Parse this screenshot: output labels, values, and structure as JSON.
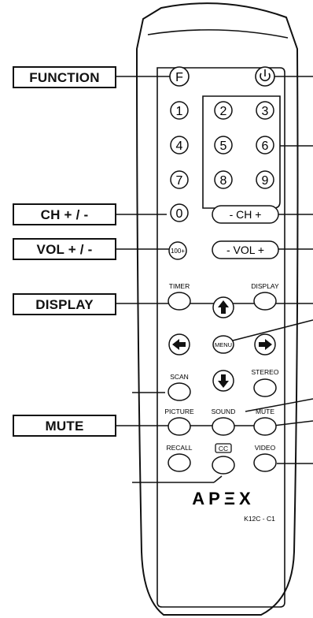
{
  "callouts": {
    "function": "FUNCTION",
    "ch": "CH + / -",
    "vol": "VOL + / -",
    "display": "DISPLAY",
    "mute": "MUTE"
  },
  "remote": {
    "function_key": "F",
    "digits": [
      "1",
      "2",
      "3",
      "4",
      "5",
      "6",
      "7",
      "8",
      "9"
    ],
    "zero": "0",
    "ch_key": "- CH +",
    "hundred_key": "100+",
    "vol_key": "- VOL +",
    "timer": "TIMER",
    "display": "DISPLAY",
    "menu": "MENU",
    "scan": "SCAN",
    "stereo": "STEREO",
    "picture": "PICTURE",
    "sound": "SOUND",
    "mute": "MUTE",
    "recall": "RECALL",
    "cc": "CC",
    "video": "VIDEO",
    "brand": "APΞX",
    "model": "K12C - C1"
  }
}
